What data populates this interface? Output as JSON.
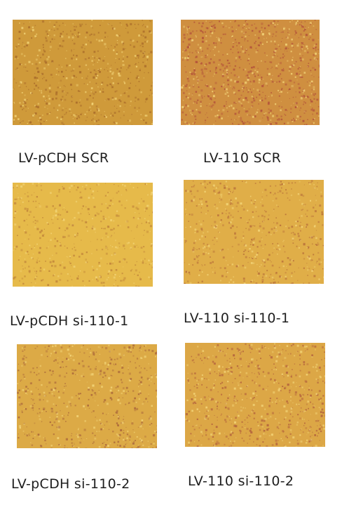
{
  "figure": {
    "panels": [
      {
        "label": "LV-pCDH SCR",
        "tint": "#cf9a3a",
        "speckle": "#a86a2a",
        "density": 0.55
      },
      {
        "label": "LV-110 SCR",
        "tint": "#cf8f40",
        "speckle": "#b2503a",
        "density": 0.9
      },
      {
        "label": "LV-pCDH si-110-1",
        "tint": "#e6ba4a",
        "speckle": "#c0843a",
        "density": 0.35
      },
      {
        "label": "LV-110 si-110-1",
        "tint": "#e0ae48",
        "speckle": "#b8703a",
        "density": 0.45
      },
      {
        "label": "LV-pCDH si-110-2",
        "tint": "#dcaa46",
        "speckle": "#a8643a",
        "density": 0.5
      },
      {
        "label": "LV-110 si-110-2",
        "tint": "#dca746",
        "speckle": "#b2603c",
        "density": 0.6
      }
    ]
  }
}
